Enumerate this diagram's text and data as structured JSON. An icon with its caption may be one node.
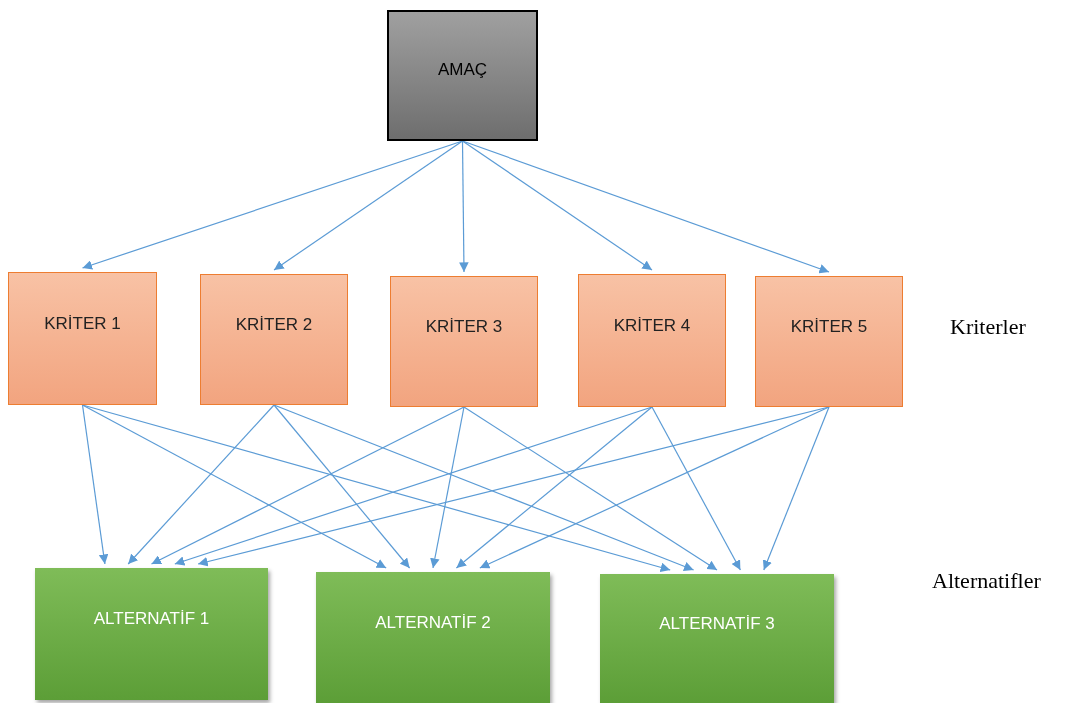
{
  "diagram": {
    "nodes": [
      {
        "text": [
          "AMAÇ"
        ]
      },
      {
        "text": [
          "KRİTER 1"
        ]
      },
      {
        "text": [
          "KRİTER 2"
        ]
      },
      {
        "text": [
          "KRİTER 3"
        ]
      },
      {
        "text": [
          "KRİTER 4"
        ]
      },
      {
        "text": [
          "KRİTER 5"
        ]
      },
      {
        "text": [
          "ALTERNATİF 1"
        ]
      },
      {
        "text": [
          "ALTERNATİF 2"
        ]
      },
      {
        "text": [
          "ALTERNATİF 3"
        ]
      }
    ],
    "edges": [
      {
        "from": 0,
        "to": 1,
        "arrow": "to"
      },
      {
        "from": 0,
        "to": 2,
        "arrow": "to"
      },
      {
        "from": 0,
        "to": 3,
        "arrow": "to"
      },
      {
        "from": 0,
        "to": 4,
        "arrow": "to"
      },
      {
        "from": 0,
        "to": 5,
        "arrow": "to"
      },
      {
        "from": 1,
        "to": 6,
        "arrow": "to"
      },
      {
        "from": 1,
        "to": 7,
        "arrow": "to"
      },
      {
        "from": 1,
        "to": 8,
        "arrow": "to"
      },
      {
        "from": 2,
        "to": 6,
        "arrow": "to"
      },
      {
        "from": 2,
        "to": 7,
        "arrow": "to"
      },
      {
        "from": 2,
        "to": 8,
        "arrow": "to"
      },
      {
        "from": 3,
        "to": 6,
        "arrow": "to"
      },
      {
        "from": 3,
        "to": 7,
        "arrow": "to"
      },
      {
        "from": 3,
        "to": 8,
        "arrow": "to"
      },
      {
        "from": 4,
        "to": 6,
        "arrow": "to"
      },
      {
        "from": 4,
        "to": 7,
        "arrow": "to"
      },
      {
        "from": 4,
        "to": 8,
        "arrow": "to"
      },
      {
        "from": 5,
        "to": 6,
        "arrow": "to"
      },
      {
        "from": 5,
        "to": 7,
        "arrow": "to"
      },
      {
        "from": 5,
        "to": 8,
        "arrow": "to"
      }
    ],
    "labels": [
      "Kriterler",
      "Alternatifler"
    ]
  }
}
